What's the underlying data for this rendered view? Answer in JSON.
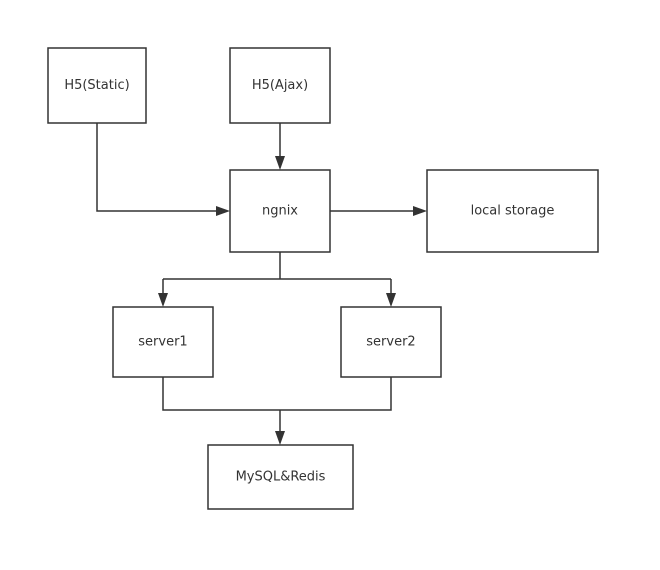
{
  "diagram": {
    "colors": {
      "stroke": "#333333",
      "text": "#333333",
      "background": "#ffffff"
    },
    "nodes": {
      "h5_static": "H5(Static)",
      "h5_ajax": "H5(Ajax)",
      "ngnix": "ngnix",
      "local_storage": "local storage",
      "server1": "server1",
      "server2": "server2",
      "mysql_redis": "MySQL&Redis"
    },
    "edges": [
      {
        "from": "h5_static",
        "to": "ngnix"
      },
      {
        "from": "h5_ajax",
        "to": "ngnix"
      },
      {
        "from": "ngnix",
        "to": "local_storage"
      },
      {
        "from": "ngnix",
        "to": "server1"
      },
      {
        "from": "ngnix",
        "to": "server2"
      },
      {
        "from": "server1",
        "to": "mysql_redis"
      },
      {
        "from": "server2",
        "to": "mysql_redis"
      }
    ]
  }
}
